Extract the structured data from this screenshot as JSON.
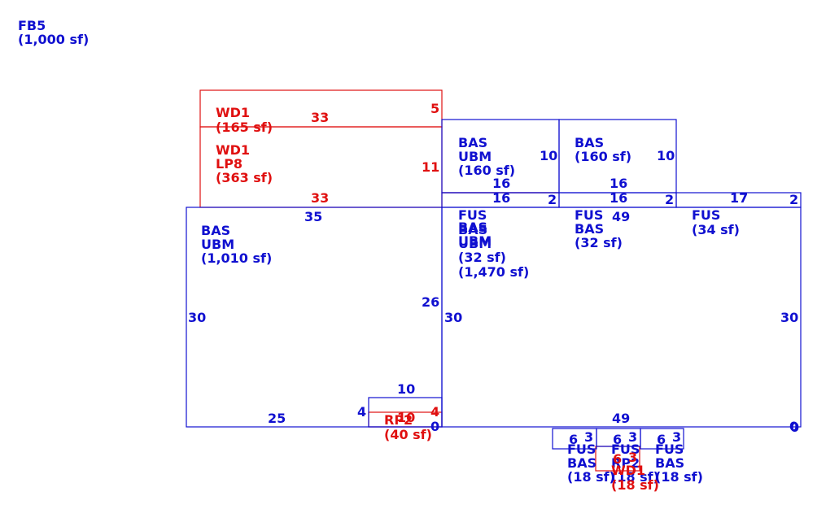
{
  "colors": {
    "blue": "#1010d0",
    "red": "#e01010"
  },
  "legend": {
    "code": "FB5",
    "area": "(1,000 sf)"
  },
  "areas": {
    "wd1_top": [
      "WD1",
      "(165 sf)"
    ],
    "wd1_lp8": [
      "WD1",
      "LP8",
      "(363 sf)"
    ],
    "bas_ubm_160": [
      "BAS",
      "UBM",
      "(160 sf)"
    ],
    "bas_160": [
      "BAS",
      "(160 sf)"
    ],
    "fus_bas_32a": [
      "FUS",
      "BAS",
      "UBM",
      "(32 sf)"
    ],
    "main_1470": [
      "BAS",
      "UBM",
      "(1,470 sf)"
    ],
    "fus_bas_32b": [
      "FUS",
      "BAS",
      "(32 sf)"
    ],
    "fus_34": [
      "FUS",
      "(34 sf)"
    ],
    "bas_ubm_1010": [
      "BAS",
      "UBM",
      "(1,010 sf)"
    ],
    "rp2_40": [
      "RP2",
      "(40 sf)"
    ],
    "fus_bas_18a": [
      "FUS",
      "BAS",
      "(18 sf)"
    ],
    "fus_rp2_18": [
      "FUS",
      "RP2",
      "(18 sf)"
    ],
    "wd1_18": [
      "WD1",
      "(18 sf)"
    ],
    "fus_bas_18b": [
      "FUS",
      "BAS",
      "(18 sf)"
    ]
  },
  "dims": {
    "wd_top_33": "33",
    "wd_top_5": "5",
    "wd_11": "11",
    "wd_bot_33": "33",
    "bas1_10": "10",
    "bas1_16": "16",
    "bas2_10": "10",
    "bas2_16": "16",
    "strip_16a": "16",
    "strip_2a": "2",
    "strip_16b": "16",
    "strip_2b": "2",
    "strip_17": "17",
    "strip_2c": "2",
    "left_35": "35",
    "left_30": "30",
    "left_26": "26",
    "left_25": "25",
    "left_4": "4",
    "main_30_left": "30",
    "main_49_top": "49",
    "main_30_right": "30",
    "main_49_bot": "49",
    "zero_right": "0",
    "zero_right2": "0",
    "rp_10_top": "10",
    "rp_10_bot": "10",
    "rp_4": "4",
    "rp_0": "0",
    "s1_6": "6",
    "s1_3": "3",
    "s2_6": "6",
    "s2_3": "3",
    "s3_6": "6",
    "s3_3": "3",
    "s2_6b": "6",
    "s2_3b": "3"
  }
}
